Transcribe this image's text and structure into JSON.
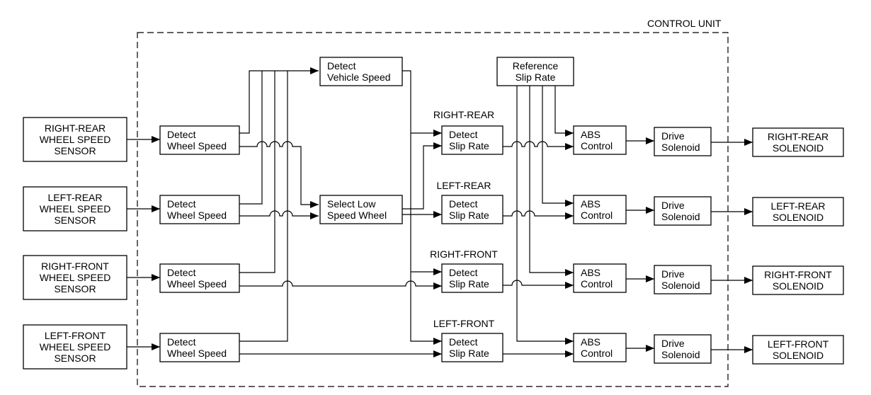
{
  "control_unit_label": "CONTROL UNIT",
  "sensors": [
    [
      "RIGHT-REAR",
      "WHEEL SPEED",
      "SENSOR"
    ],
    [
      "LEFT-REAR",
      "WHEEL SPEED",
      "SENSOR"
    ],
    [
      "RIGHT-FRONT",
      "WHEEL SPEED",
      "SENSOR"
    ],
    [
      "LEFT-FRONT",
      "WHEEL SPEED",
      "SENSOR"
    ]
  ],
  "detect_wheel_speed": [
    "Detect",
    "Wheel Speed"
  ],
  "detect_vehicle_speed": [
    "Detect",
    "Vehicle Speed"
  ],
  "select_low_speed_wheel": [
    "Select Low",
    "Speed Wheel"
  ],
  "reference_slip_rate": [
    "Reference",
    "Slip Rate"
  ],
  "slip_rate_titles": [
    "RIGHT-REAR",
    "LEFT-REAR",
    "RIGHT-FRONT",
    "LEFT-FRONT"
  ],
  "detect_slip_rate": [
    "Detect",
    "Slip Rate"
  ],
  "abs_control": [
    "ABS",
    "Control"
  ],
  "drive_solenoid": [
    "Drive",
    "Solenoid"
  ],
  "solenoids": [
    [
      "RIGHT-REAR",
      "SOLENOID"
    ],
    [
      "LEFT-REAR",
      "SOLENOID"
    ],
    [
      "RIGHT-FRONT",
      "SOLENOID"
    ],
    [
      "LEFT-FRONT",
      "SOLENOID"
    ]
  ]
}
